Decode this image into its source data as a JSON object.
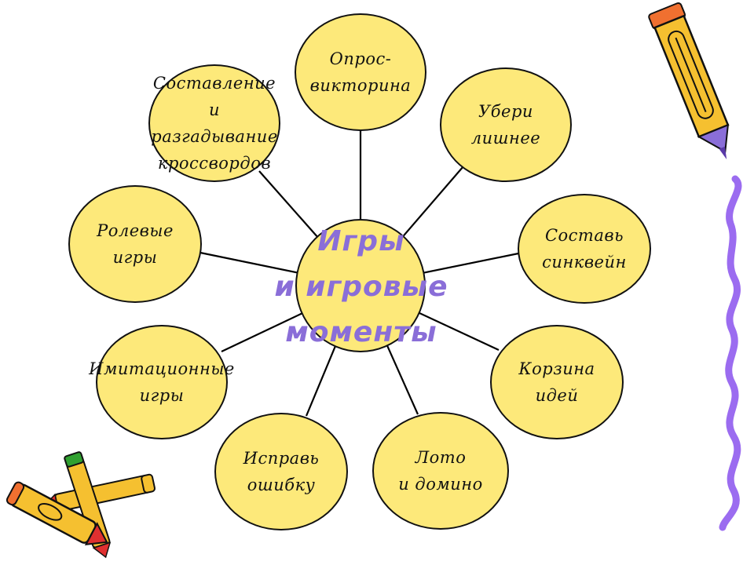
{
  "diagram": {
    "center": {
      "label": "Игры\nи игровые\nмоменты",
      "text_color": "#8a6ed8"
    },
    "node_color": "#fde97a",
    "nodes": [
      {
        "id": "opros",
        "label": "Опрос-\nвикторина"
      },
      {
        "id": "uberi",
        "label": "Убери\nлишнее"
      },
      {
        "id": "sinkveyn",
        "label": "Составь\nсинквейн"
      },
      {
        "id": "korzina",
        "label": "Корзина\nидей"
      },
      {
        "id": "loto",
        "label": "Лото\nи домино"
      },
      {
        "id": "isprav",
        "label": "Исправь\nошибку"
      },
      {
        "id": "imitatsionnye",
        "label": "Имитационные\nигры"
      },
      {
        "id": "rolevye",
        "label": "Ролевые\nигры"
      },
      {
        "id": "krossvordy",
        "label": "Составление\nи разгадывание\nкроссвордов"
      }
    ]
  },
  "decorations": {
    "pencil_icon": "pencil-icon",
    "squiggle_color": "#9b6cf0",
    "pencil_body_color": "#f5c030"
  }
}
